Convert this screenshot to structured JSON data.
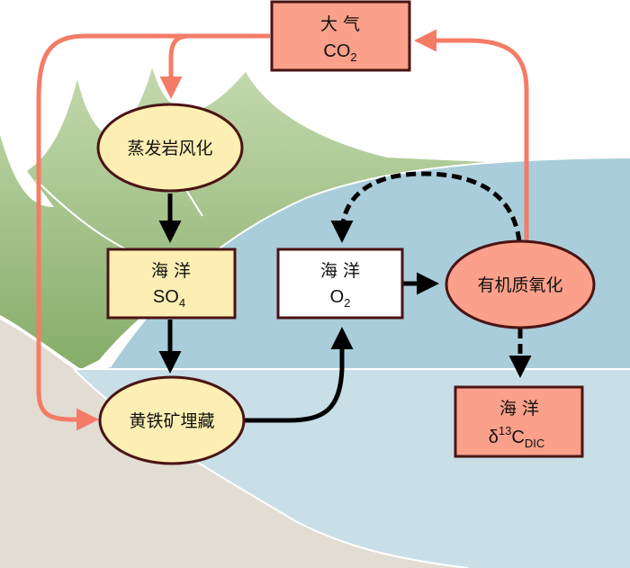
{
  "title": "硫-碳-氧循环示意图",
  "colors": {
    "sky": "#ffffff",
    "mountain_light": "#c1d6aa",
    "mountain_dark": "#8fb474",
    "ocean_upper": "#a9cdda",
    "ocean_lower": "#c9dfe8",
    "seafloor": "#e2ddd3",
    "salmon_node": "#fba08a",
    "yellow_node": "#fdeeb3",
    "white_node": "#ffffff",
    "node_border": "#4a1414",
    "salmon_arrow": "#f47c67",
    "black_arrow": "#000000"
  },
  "nodes": {
    "atmosphere_co2": {
      "line1": "大 气",
      "main": "CO",
      "sub": "2",
      "shape": "rect"
    },
    "evaporite_weathering": {
      "label": "蒸发岩风化",
      "shape": "ellipse"
    },
    "ocean_so4": {
      "line1": "海 洋",
      "main": "SO",
      "sub": "4",
      "shape": "rect"
    },
    "ocean_o2": {
      "line1": "海 洋",
      "main": "O",
      "sub": "2",
      "shape": "rect"
    },
    "organic_oxidation": {
      "label": "有机质氧化",
      "shape": "ellipse"
    },
    "pyrite_burial": {
      "label": "黄铁矿埋藏",
      "shape": "ellipse"
    },
    "ocean_d13c": {
      "line1": "海 洋",
      "delta": "δ",
      "sup": "13",
      "main": "C",
      "sub": "DIC",
      "shape": "rect"
    }
  },
  "edges": [
    {
      "from": "atmosphere_co2",
      "to": "evaporite_weathering",
      "style": "solid",
      "color": "salmon"
    },
    {
      "from": "atmosphere_co2",
      "to": "pyrite_burial",
      "style": "solid",
      "color": "salmon"
    },
    {
      "from": "organic_oxidation",
      "to": "atmosphere_co2",
      "style": "solid",
      "color": "salmon"
    },
    {
      "from": "evaporite_weathering",
      "to": "ocean_so4",
      "style": "solid",
      "color": "black"
    },
    {
      "from": "ocean_so4",
      "to": "pyrite_burial",
      "style": "solid",
      "color": "black"
    },
    {
      "from": "pyrite_burial",
      "to": "ocean_o2",
      "style": "solid",
      "color": "black"
    },
    {
      "from": "ocean_o2",
      "to": "organic_oxidation",
      "style": "solid",
      "color": "black"
    },
    {
      "from": "organic_oxidation",
      "to": "ocean_o2",
      "style": "dashed",
      "color": "black"
    },
    {
      "from": "organic_oxidation",
      "to": "ocean_d13c",
      "style": "dashed",
      "color": "black"
    }
  ]
}
